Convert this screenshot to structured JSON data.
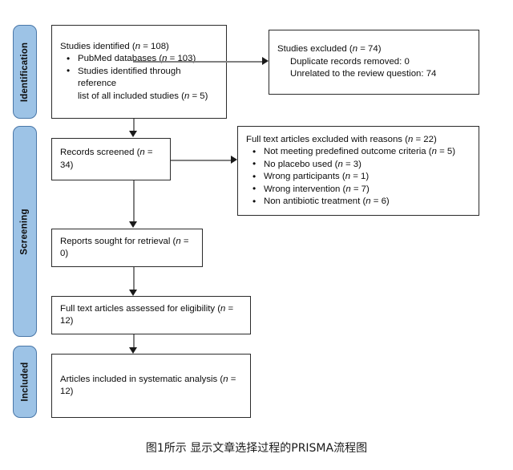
{
  "figure": {
    "caption": "图1所示  显示文章选择过程的PRISMA流程图",
    "type": "PRISMA flow diagram"
  },
  "stages": [
    {
      "id": "identification",
      "label": "Identification"
    },
    {
      "id": "screening",
      "label": "Screening"
    },
    {
      "id": "included",
      "label": "Included"
    }
  ],
  "boxes": {
    "identified": {
      "title_pre": "Studies identified (",
      "title_n": "n",
      "title_post": " = 108)",
      "bullets": [
        {
          "text_pre": "PubMed databases (",
          "n": "n",
          "text_post": " = 103)"
        },
        {
          "text_pre": "Studies identified through reference",
          "cont_pre": "list of all included studies (",
          "n": "n",
          "text_post": " = 5)"
        }
      ]
    },
    "studies_excluded": {
      "title_pre": "Studies excluded (",
      "title_n": "n",
      "title_post": " = 74)",
      "lines": [
        "Duplicate records removed: 0",
        "Unrelated to the review question: 74"
      ]
    },
    "records_screened": {
      "text_pre": "Records screened (",
      "n": "n",
      "text_post": " = 34)"
    },
    "fulltext_excluded": {
      "title_pre": "Full text articles excluded with reasons (",
      "title_n": "n",
      "title_post": " = 22)",
      "bullets": [
        {
          "text_pre": "Not meeting predefined outcome criteria (",
          "n": "n",
          "text_post": " = 5)"
        },
        {
          "text_pre": "No placebo used (",
          "n": "n",
          "text_post": " = 3)"
        },
        {
          "text_pre": "Wrong participants (",
          "n": "n",
          "text_post": " = 1)"
        },
        {
          "text_pre": "Wrong intervention (",
          "n": "n",
          "text_post": " = 7)"
        },
        {
          "text_pre": "Non antibiotic treatment (",
          "n": "n",
          "text_post": " = 6)"
        }
      ]
    },
    "reports_sought": {
      "text_pre": "Reports sought for retrieval (",
      "n": "n",
      "text_post": " = 0)"
    },
    "fulltext_assessed": {
      "text_pre": "Full text articles assessed for eligibility (",
      "n": "n",
      "text_post": " = 12)"
    },
    "articles_included": {
      "text_pre": "Articles included in systematic analysis (",
      "n": "n",
      "text_post": " = 12)"
    }
  },
  "chart_data": {
    "type": "diagram",
    "title": "PRISMA flow diagram of article selection process",
    "nodes": [
      {
        "id": "identified",
        "stage": "Identification",
        "label": "Studies identified",
        "n": 108
      },
      {
        "id": "pubmed",
        "stage": "Identification",
        "label": "PubMed databases",
        "n": 103
      },
      {
        "id": "reference_list",
        "stage": "Identification",
        "label": "Studies identified through reference list of all included studies",
        "n": 5
      },
      {
        "id": "studies_excluded",
        "stage": "Identification",
        "label": "Studies excluded",
        "n": 74
      },
      {
        "id": "duplicates_removed",
        "stage": "Identification",
        "label": "Duplicate records removed",
        "n": 0
      },
      {
        "id": "unrelated",
        "stage": "Identification",
        "label": "Unrelated to the review question",
        "n": 74
      },
      {
        "id": "records_screened",
        "stage": "Screening",
        "label": "Records screened",
        "n": 34
      },
      {
        "id": "fulltext_excluded",
        "stage": "Screening",
        "label": "Full text articles excluded with reasons",
        "n": 22
      },
      {
        "id": "not_meeting_outcome",
        "stage": "Screening",
        "label": "Not meeting predefined outcome criteria",
        "n": 5
      },
      {
        "id": "no_placebo",
        "stage": "Screening",
        "label": "No placebo used",
        "n": 3
      },
      {
        "id": "wrong_participants",
        "stage": "Screening",
        "label": "Wrong participants",
        "n": 1
      },
      {
        "id": "wrong_intervention",
        "stage": "Screening",
        "label": "Wrong intervention",
        "n": 7
      },
      {
        "id": "non_antibiotic",
        "stage": "Screening",
        "label": "Non antibiotic treatment",
        "n": 6
      },
      {
        "id": "reports_sought",
        "stage": "Screening",
        "label": "Reports sought for retrieval",
        "n": 0
      },
      {
        "id": "fulltext_assessed",
        "stage": "Screening",
        "label": "Full text articles assessed for eligibility",
        "n": 12
      },
      {
        "id": "articles_included",
        "stage": "Included",
        "label": "Articles included in systematic analysis",
        "n": 12
      }
    ],
    "edges": [
      {
        "from": "identified",
        "to": "studies_excluded",
        "direction": "right"
      },
      {
        "from": "identified",
        "to": "records_screened",
        "direction": "down"
      },
      {
        "from": "records_screened",
        "to": "fulltext_excluded",
        "direction": "right"
      },
      {
        "from": "records_screened",
        "to": "reports_sought",
        "direction": "down"
      },
      {
        "from": "reports_sought",
        "to": "fulltext_assessed",
        "direction": "down"
      },
      {
        "from": "fulltext_assessed",
        "to": "articles_included",
        "direction": "down"
      }
    ],
    "colors": {
      "stage_pill": "#9dc3e6",
      "stage_pill_border": "#4a77a8",
      "box_border": "#2b2b2b",
      "connector": "#808080"
    }
  }
}
